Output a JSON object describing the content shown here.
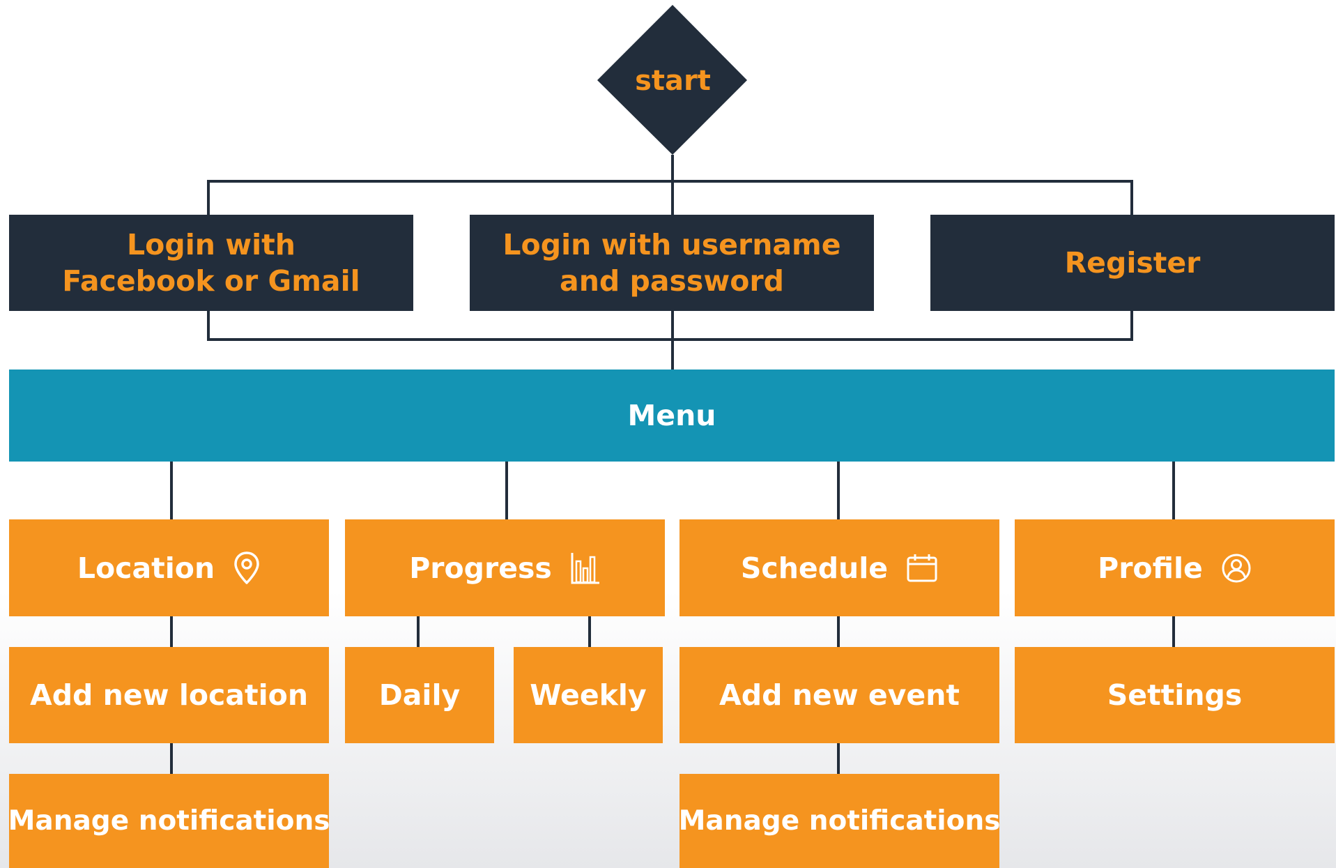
{
  "start": {
    "label": "start"
  },
  "logins": [
    {
      "id": "social",
      "label": "Login with\nFacebook or Gmail"
    },
    {
      "id": "username",
      "label": "Login with username\nand password"
    },
    {
      "id": "register",
      "label": "Register"
    }
  ],
  "menu": {
    "label": "Menu"
  },
  "sections": [
    {
      "id": "location",
      "label": "Location",
      "icon": "map-pin-icon"
    },
    {
      "id": "progress",
      "label": "Progress",
      "icon": "bar-chart-icon"
    },
    {
      "id": "schedule",
      "label": "Schedule",
      "icon": "calendar-icon"
    },
    {
      "id": "profile",
      "label": "Profile",
      "icon": "user-circle-icon"
    }
  ],
  "children": {
    "add_new_location": "Add new location",
    "location_manage_notifications": "Manage notifications",
    "daily": "Daily",
    "weekly": "Weekly",
    "add_new_event": "Add new event",
    "schedule_manage_notifications": "Manage notifications",
    "settings": "Settings"
  },
  "colors": {
    "dark_navy": "#222d3b",
    "accent_orange": "#f5941f",
    "menu_teal": "#1494b4",
    "white": "#ffffff"
  }
}
